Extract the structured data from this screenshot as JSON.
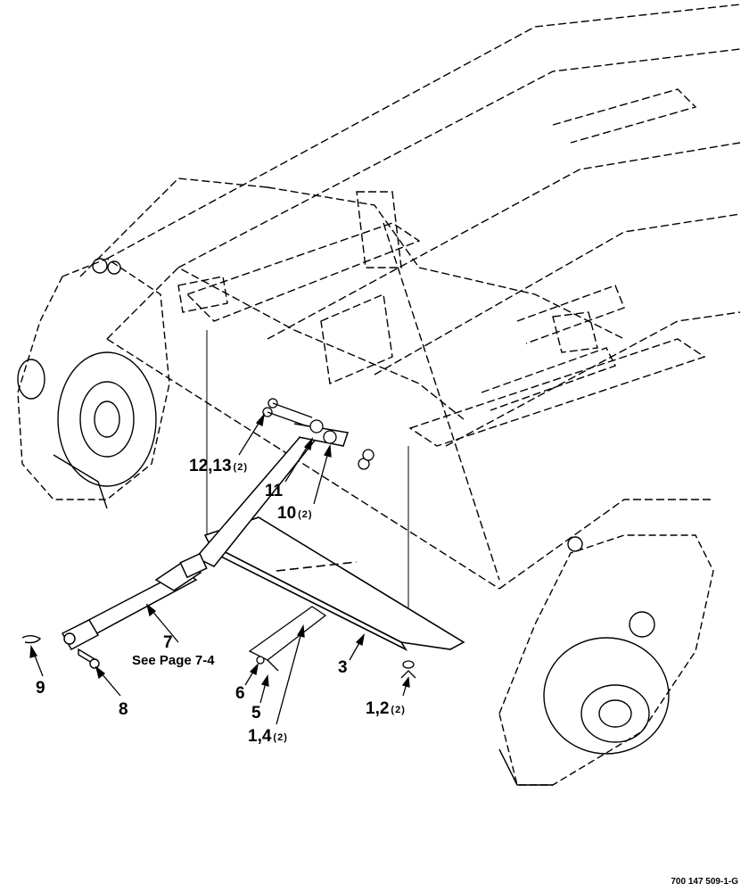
{
  "callouts": {
    "c12_13": {
      "label": "12,13",
      "qty": "(2)"
    },
    "c11": {
      "label": "11"
    },
    "c10": {
      "label": "10",
      "qty": "(2)"
    },
    "c7": {
      "label": "7"
    },
    "c7_note": {
      "label": "See Page 7-4"
    },
    "c3": {
      "label": "3"
    },
    "c9": {
      "label": "9"
    },
    "c8": {
      "label": "8"
    },
    "c6": {
      "label": "6"
    },
    "c5": {
      "label": "5"
    },
    "c1_4": {
      "label": "1,4",
      "qty": "(2)"
    },
    "c1_2": {
      "label": "1,2",
      "qty": "(2)"
    }
  },
  "figure_id": "700 147 509-1-G"
}
